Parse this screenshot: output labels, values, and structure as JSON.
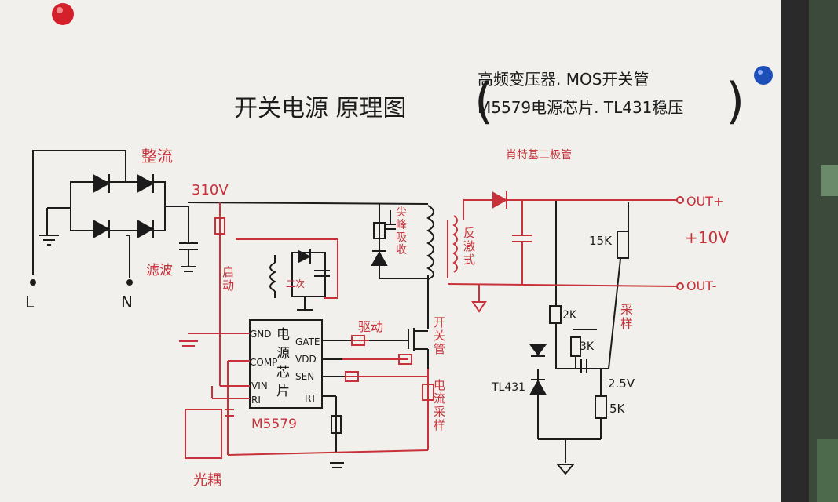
{
  "title": "开关电源 原理图",
  "subtitle_line1": "高频变压器. MOS开关管",
  "subtitle_line2": "M5579电源芯片. TL431稳压",
  "labels": {
    "rectify": "整流",
    "filter": "滤波",
    "v310": "310V",
    "live": "L",
    "neutral": "N",
    "startup": "启动",
    "secondary": "二次",
    "spike_absorb": "尖峰吸收",
    "drive": "驱动",
    "switch_tube": "开关管",
    "current_sense": "电流采样",
    "chip_line1": "电",
    "chip_line2": "源",
    "chip_line3": "芯",
    "chip_line4": "片",
    "chip_name": "M5579",
    "optocoupler": "光耦",
    "flyback": "反激式",
    "schottky": "肖特基二极管",
    "out_plus": "OUT+",
    "out_minus": "OUT-",
    "v10": "+10V",
    "r15k": "15K",
    "r2k": "2K",
    "r3k": "3K",
    "r5k": "5K",
    "v25": "2.5V",
    "sampling": "采样",
    "tl431": "TL431"
  },
  "pins": {
    "gnd": "GND",
    "comp": "COMP",
    "vin": "VIN",
    "rt_left": "RI",
    "gate": "GATE",
    "vdd": "VDD",
    "sen": "SEN",
    "rt": "RT"
  },
  "colors": {
    "whiteboard": "#f1f0ec",
    "black_ink": "#1c1c1c",
    "red_ink": "#c9313a",
    "magnet_red": "#d3202a",
    "magnet_blue": "#1e4fb8",
    "frame": "#2a2a2a"
  }
}
